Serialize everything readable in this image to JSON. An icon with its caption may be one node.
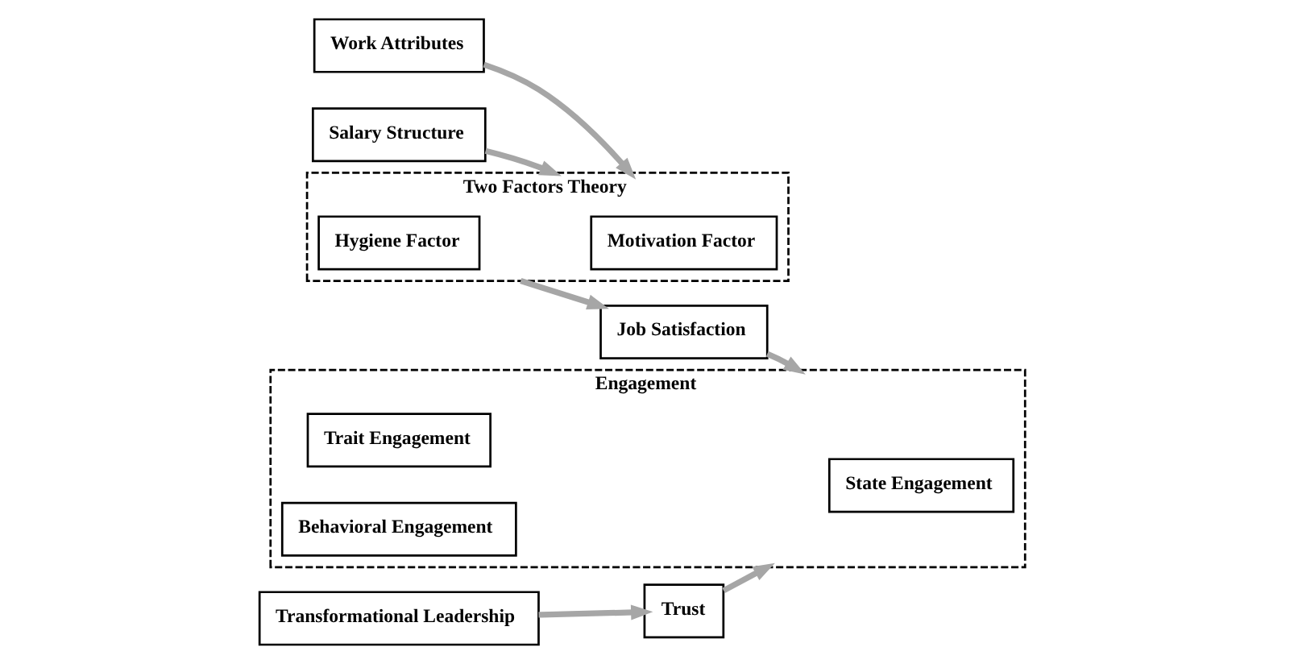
{
  "diagram": {
    "nodes": [
      {
        "text": [
          "Work Attributes"
        ]
      },
      {
        "text": [
          "Salary Structure"
        ]
      },
      {
        "text": [
          "Two Factors Theory"
        ]
      },
      {
        "text": [
          "Motivation Factor"
        ],
        "in": 2
      },
      {
        "text": [
          "Hygiene Factor"
        ],
        "in": 2
      },
      {
        "text": [
          "Job Satisfaction"
        ]
      },
      {
        "text": [
          "Engagement"
        ]
      },
      {
        "text": [
          "Trait Engagement"
        ],
        "in": 6
      },
      {
        "text": [
          "State Engagement"
        ],
        "in": 6
      },
      {
        "text": [
          "Behavioral Engagement"
        ],
        "in": 6
      },
      {
        "text": [
          "Transformational Leadership"
        ]
      },
      {
        "text": [
          "Trust"
        ]
      }
    ],
    "edges": [
      {
        "from": 0,
        "to": 2,
        "arrow": "to"
      },
      {
        "from": 1,
        "to": 2,
        "arrow": "to"
      },
      {
        "from": 2,
        "to": 5,
        "arrow": "to"
      },
      {
        "from": 5,
        "to": 6,
        "arrow": "to"
      },
      {
        "from": 10,
        "to": 11,
        "arrow": "to"
      },
      {
        "from": 11,
        "to": 6,
        "arrow": "to"
      }
    ]
  }
}
